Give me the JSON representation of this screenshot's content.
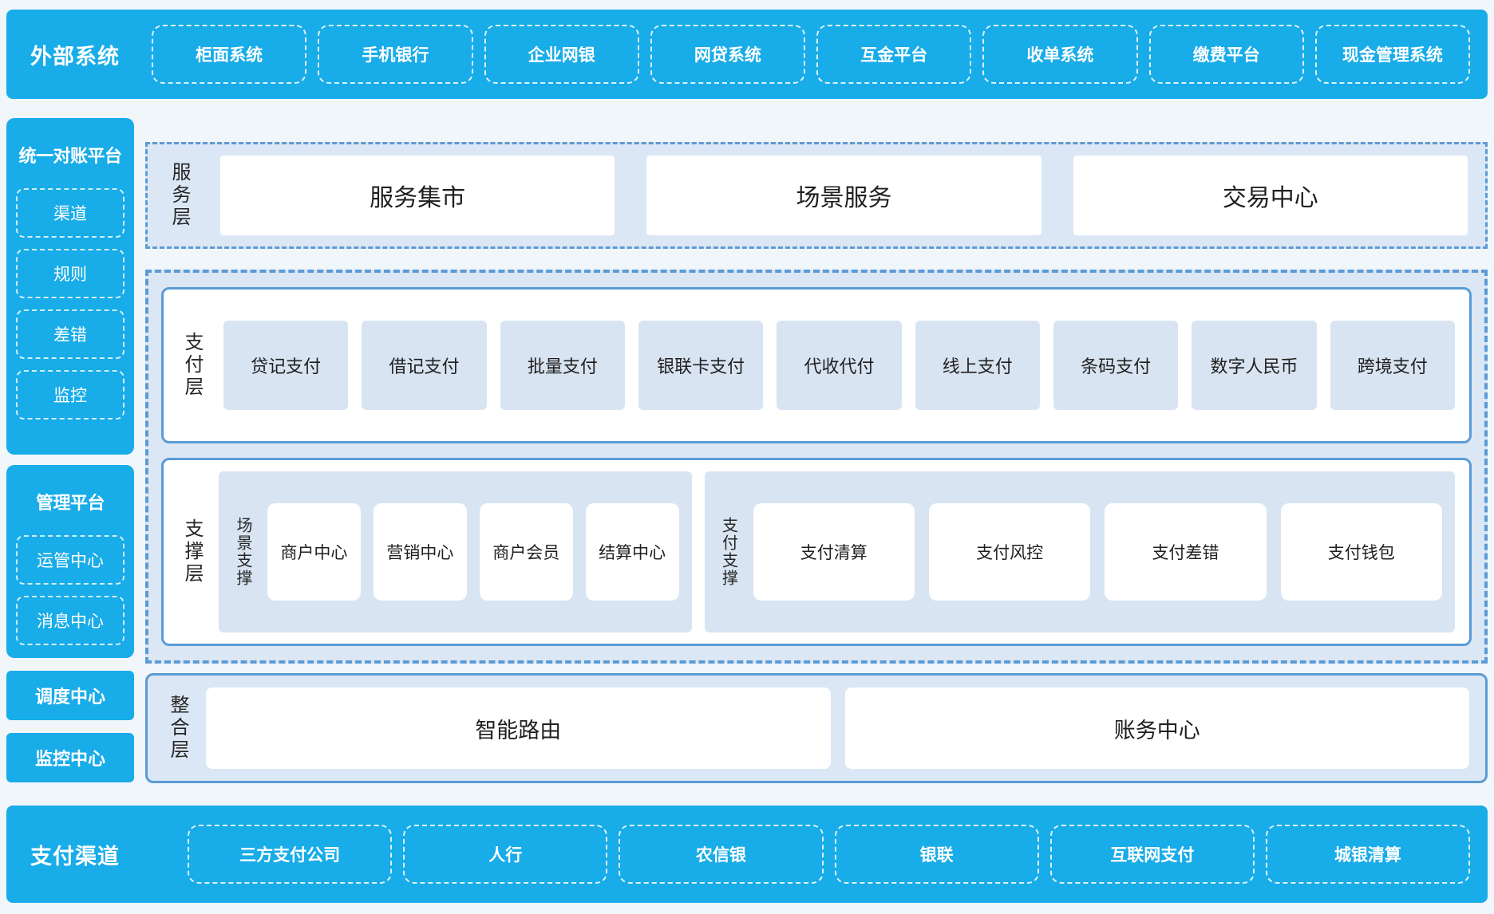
{
  "colors": {
    "accent_blue": "#18ace8",
    "panel_light_blue": "#dce7f5",
    "item_light_blue": "#d9e4f2",
    "border_blue": "#5b9bd5",
    "page_bg": "#f1f6fa"
  },
  "top_bar": {
    "title": "外部系统",
    "items": [
      "柜面系统",
      "手机银行",
      "企业网银",
      "网贷系统",
      "互金平台",
      "收单系统",
      "缴费平台",
      "现金管理系统"
    ]
  },
  "sidebar": {
    "reconciliation_platform": {
      "title": "统一对账平台",
      "items": [
        "渠道",
        "规则",
        "差错",
        "监控"
      ]
    },
    "management_platform": {
      "title": "管理平台",
      "items": [
        "运管中心",
        "消息中心"
      ]
    },
    "dispatch_center": "调度中心",
    "monitor_center": "监控中心"
  },
  "service_layer": {
    "label": "服务层",
    "cards": [
      "服务集市",
      "场景服务",
      "交易中心"
    ]
  },
  "payment_layer": {
    "label": "支付层",
    "items": [
      "贷记支付",
      "借记支付",
      "批量支付",
      "银联卡支付",
      "代收代付",
      "线上支付",
      "条码支付",
      "数字人民币",
      "跨境支付"
    ]
  },
  "support_layer": {
    "label": "支撑层",
    "groups": [
      {
        "label": "场景支撑",
        "cards": [
          "商户中心",
          "营销中心",
          "商户会员",
          "结算中心"
        ]
      },
      {
        "label": "支付支撑",
        "cards": [
          "支付清算",
          "支付风控",
          "支付差错",
          "支付钱包"
        ]
      }
    ]
  },
  "integration_layer": {
    "label": "整合层",
    "cards": [
      "智能路由",
      "账务中心"
    ]
  },
  "bottom_bar": {
    "title": "支付渠道",
    "items": [
      "三方支付公司",
      "人行",
      "农信银",
      "银联",
      "互联网支付",
      "城银清算"
    ]
  }
}
